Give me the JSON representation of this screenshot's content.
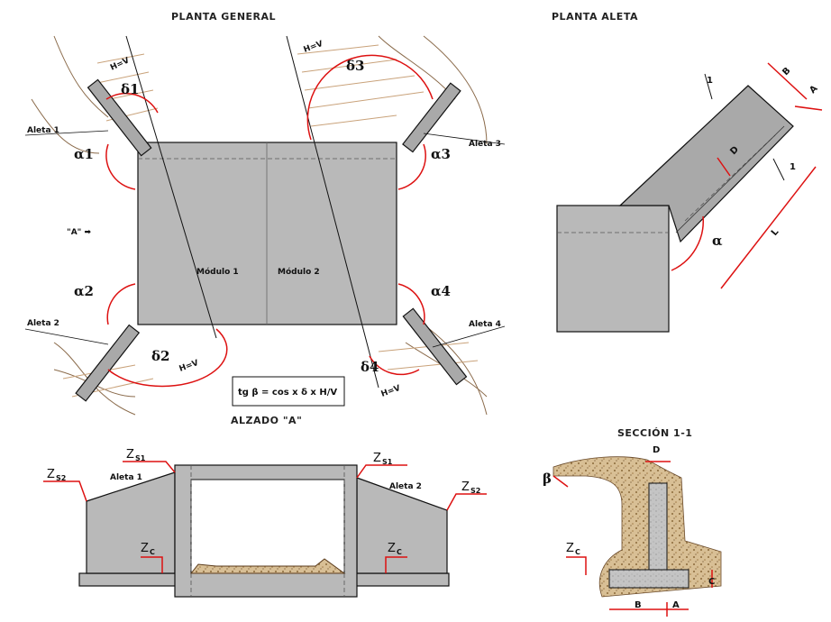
{
  "titles": {
    "planta_general": "PLANTA GENERAL",
    "planta_aleta": "PLANTA ALETA",
    "alzado": "ALZADO \"A\"",
    "seccion": "SECCIÓN 1-1"
  },
  "planta_general": {
    "aletas": [
      "Aleta 1",
      "Aleta 2",
      "Aleta 3",
      "Aleta 4"
    ],
    "modulos": [
      "Módulo 1",
      "Módulo 2"
    ],
    "alphas": [
      "α1",
      "α2",
      "α3",
      "α4"
    ],
    "deltas": [
      "δ1",
      "δ2",
      "δ3",
      "δ4"
    ],
    "hv_label": "H=V",
    "view_marker": "\"A\" ➡",
    "formula": "tg β = cos x δ x H/V"
  },
  "planta_aleta": {
    "labels": {
      "B": "B",
      "A": "A",
      "D": "D",
      "L": "L",
      "one": "1",
      "alpha": "α"
    }
  },
  "alzado": {
    "zs2_left": "Z",
    "zs2_sub": "S2",
    "zs1_left": "Z",
    "zs1_sub": "S1",
    "zc": "Z",
    "zc_sub": "C",
    "aleta1": "Aleta 1",
    "aleta2": "Aleta 2"
  },
  "seccion": {
    "D": "D",
    "beta": "β",
    "Z": "Z",
    "zc_sub": "C",
    "C": "C",
    "B": "B",
    "A": "A"
  }
}
